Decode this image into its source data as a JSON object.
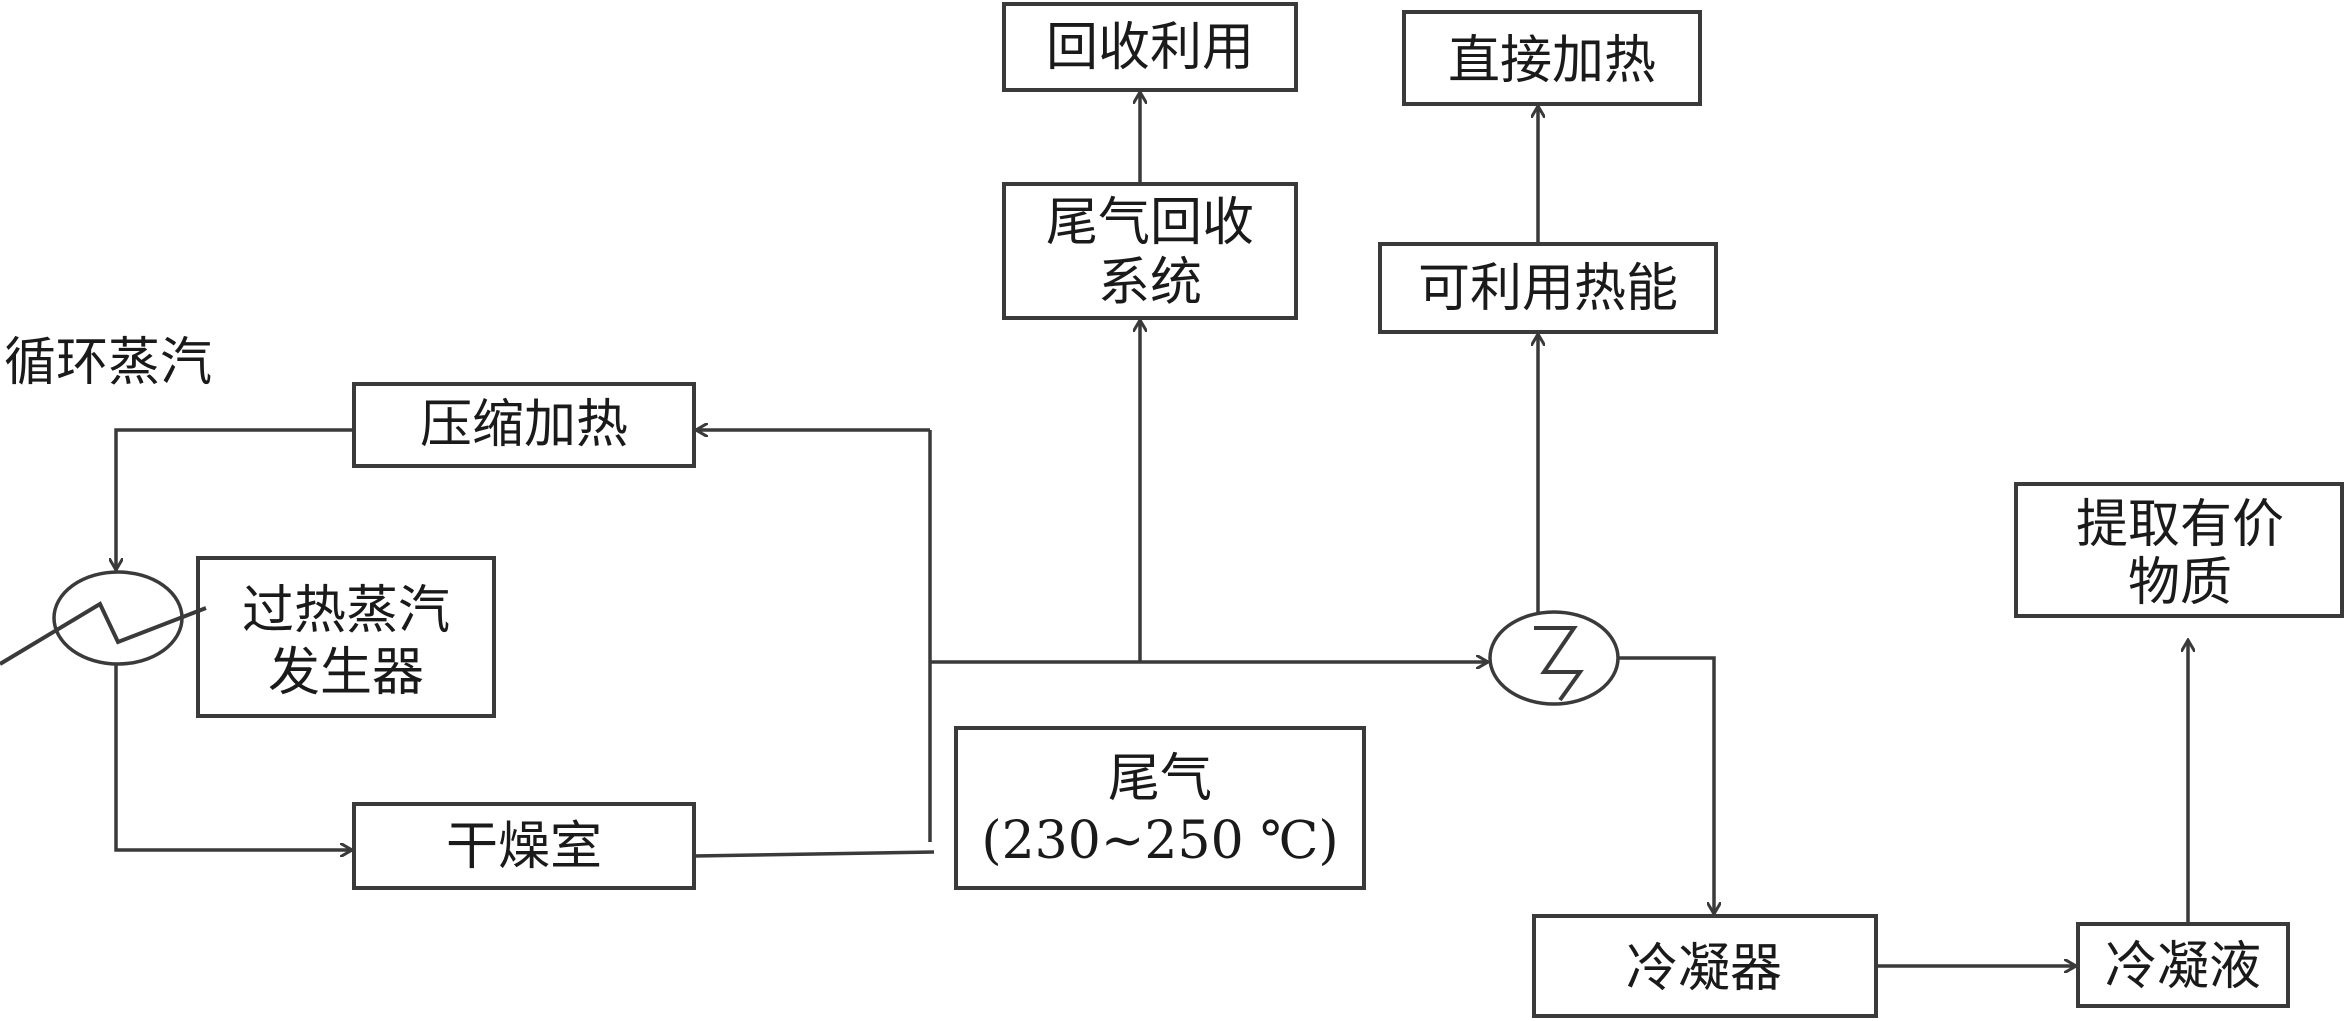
{
  "diagram": {
    "nodes": {
      "recycle_use": "回收利用",
      "exhaust_recovery_line1": "尾气回收",
      "exhaust_recovery_line2": "系统",
      "direct_heating": "直接加热",
      "usable_heat": "可利用热能",
      "circulating_steam": "循环蒸汽",
      "compress_heat": "压缩加热",
      "generator_line1": "过热蒸汽",
      "generator_line2": "发生器",
      "drying_room": "干燥室",
      "exhaust_line1": "尾气",
      "exhaust_line2": "(230~250 ℃)",
      "extract_line1": "提取有价",
      "extract_line2": "物质",
      "condenser": "冷凝器",
      "condensate": "冷凝液"
    }
  }
}
